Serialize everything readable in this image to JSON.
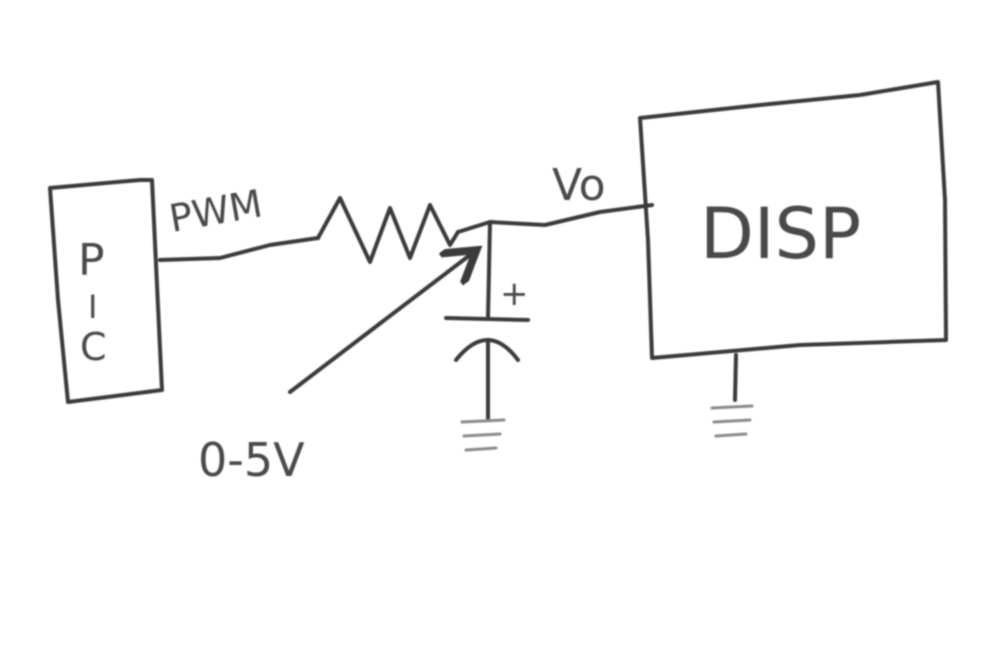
{
  "diagram": {
    "microcontroller_label": [
      "P",
      "I",
      "C"
    ],
    "signal_label": "PWM",
    "output_label": "Vo",
    "display_label": "DISP",
    "control_voltage_label": "0-5V",
    "capacitor_polarity_label": "+"
  }
}
